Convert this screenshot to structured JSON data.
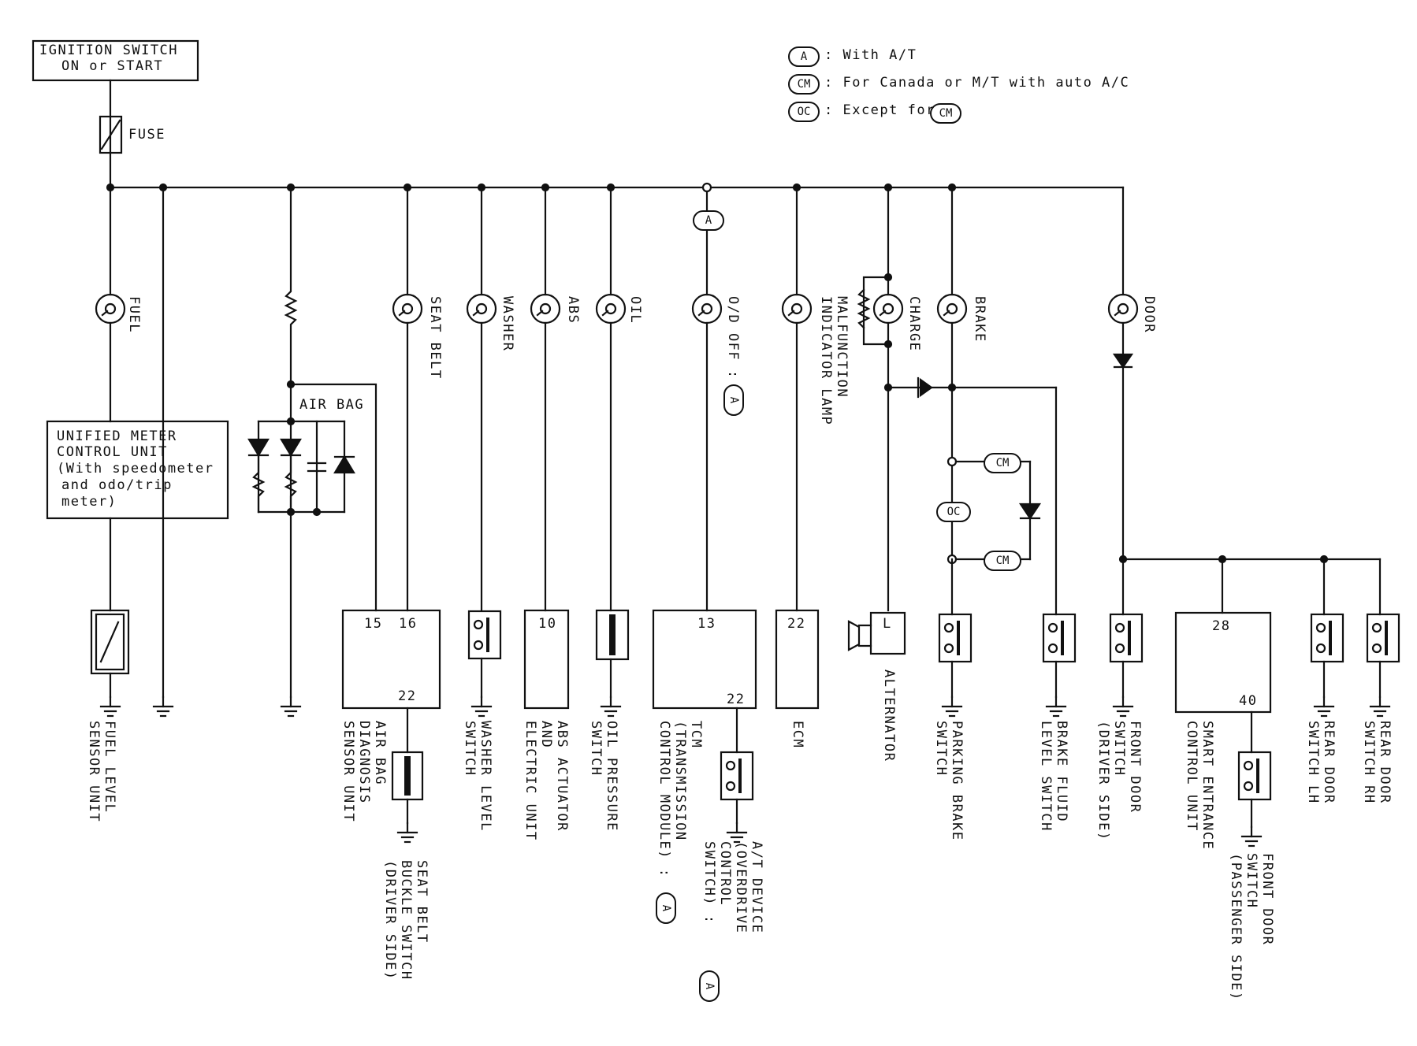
{
  "legend": [
    {
      "code": "A",
      "text": ": With A/T"
    },
    {
      "code": "CM",
      "text": ": For Canada or M/T with auto A/C"
    },
    {
      "code": "OC",
      "text": ": Except for",
      "ref": "CM"
    }
  ],
  "source": {
    "line1": "IGNITION SWITCH",
    "line2": "ON or START"
  },
  "fuse": "FUSE",
  "air_bag": "AIR BAG",
  "meter_box": [
    "UNIFIED METER",
    "CONTROL UNIT",
    "(With speedometer",
    "and odo/trip",
    "meter)"
  ],
  "lamps": {
    "fuel": "FUEL",
    "seat_belt": "SEAT BELT",
    "washer": "WASHER",
    "abs": "ABS",
    "oil": "OIL",
    "od_off": "O/D OFF :",
    "mil": [
      "MALFUNCTION",
      "INDICATOR LAMP"
    ],
    "charge": "CHARGE",
    "brake": "BRAKE",
    "door": "DOOR"
  },
  "tags": {
    "a": "A",
    "cm": "CM",
    "oc": "OC"
  },
  "pins": {
    "airbag_15": "15",
    "airbag_16": "16",
    "airbag_22": "22",
    "abs_10": "10",
    "tcm_13": "13",
    "tcm_22": "22",
    "ecm_22": "22",
    "alt_l": "L",
    "smart_28": "28",
    "smart_40": "40"
  },
  "components": {
    "fuel_sensor": [
      "FUEL LEVEL",
      "SENSOR UNIT"
    ],
    "airbag_unit": [
      "AIR BAG",
      "DIAGNOSIS",
      "SENSOR UNIT"
    ],
    "seat_buckle": [
      "SEAT BELT",
      "BUCKLE SWITCH",
      "(DRIVER SIDE)"
    ],
    "washer_switch": [
      "WASHER LEVEL",
      "SWITCH"
    ],
    "abs_unit": [
      "ABS ACTUATOR",
      "AND",
      "ELECTRIC UNIT"
    ],
    "oil_switch": [
      "OIL PRESSURE",
      "SWITCH"
    ],
    "tcm": [
      "TCM",
      "(TRANSMISSION",
      "CONTROL MODULE) :"
    ],
    "at_device": [
      "A/T DEVICE",
      "(OVERDRIVE",
      "CONTROL",
      "SWITCH) :"
    ],
    "ecm": [
      "ECM"
    ],
    "alternator": [
      "ALTERNATOR"
    ],
    "parking_brake": [
      "PARKING BRAKE",
      "SWITCH"
    ],
    "brake_fluid": [
      "BRAKE FLUID",
      "LEVEL SWITCH"
    ],
    "front_door_driver": [
      "FRONT DOOR",
      "SWITCH",
      "(DRIVER SIDE)"
    ],
    "smart_entrance": [
      "SMART ENTRANCE",
      "CONTROL UNIT"
    ],
    "front_door_pass": [
      "FRONT DOOR",
      "SWITCH",
      "(PASSENGER SIDE)"
    ],
    "rear_door_lh": [
      "REAR DOOR",
      "SWITCH LH"
    ],
    "rear_door_rh": [
      "REAR DOOR",
      "SWITCH RH"
    ]
  }
}
